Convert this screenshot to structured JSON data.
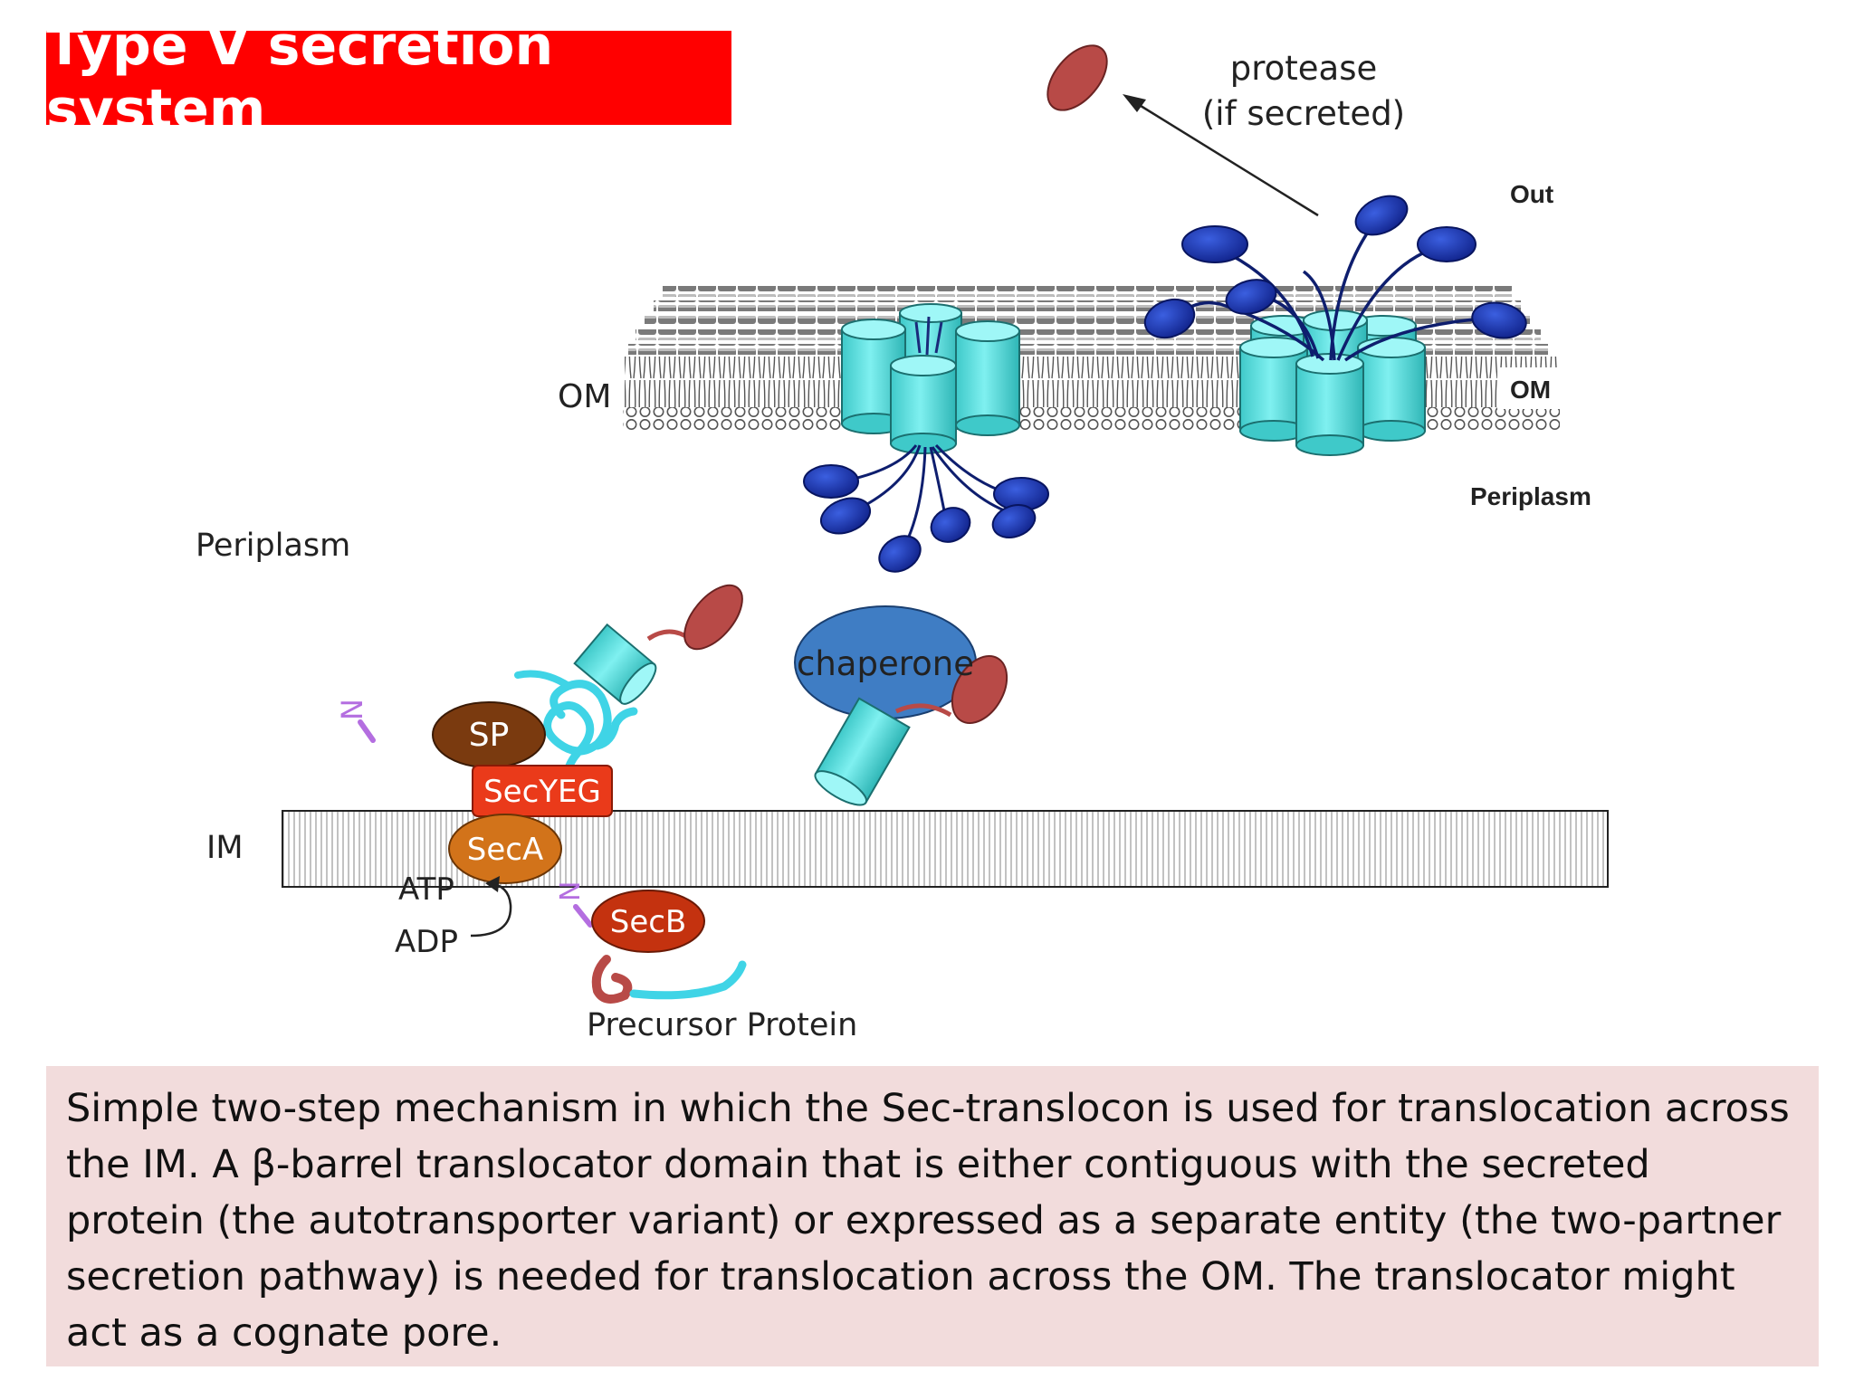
{
  "title": "Type V secretion system",
  "labels": {
    "protease": "protease",
    "if_secreted": "(if secreted)",
    "out": "Out",
    "om_left": "OM",
    "om_right": "OM",
    "periplasm_right": "Periplasm",
    "periplasm_left": "Periplasm",
    "chaperone": "chaperone",
    "n_left": "N",
    "n_right": "N",
    "sp": "SP",
    "secyeg": "SecYEG",
    "im": "IM",
    "seca": "SecA",
    "atp": "ATP",
    "adp": "ADP",
    "secb": "SecB",
    "precursor_protein": "Precursor Protein"
  },
  "caption": "Simple two-step mechanism in which the Sec-translocon is used for translocation across the IM. A β-barrel translocator domain that is either contiguous with the secreted protein (the autotransporter variant) or expressed as a separate entity (the two-partner secretion pathway) is needed for translocation across the OM. The translocator might act as a cognate pore.",
  "colors": {
    "title_bg": "#ff0000",
    "caption_bg": "#f2dcdc",
    "barrel": "#5ee0e0",
    "passenger_domain": "#1f3fae",
    "protease": "#b84a47",
    "sp": "#7a3a0f",
    "secyeg": "#ea3a1a",
    "seca": "#d2731a",
    "secb": "#c4320f",
    "chaperone": "#3f7dc4"
  }
}
